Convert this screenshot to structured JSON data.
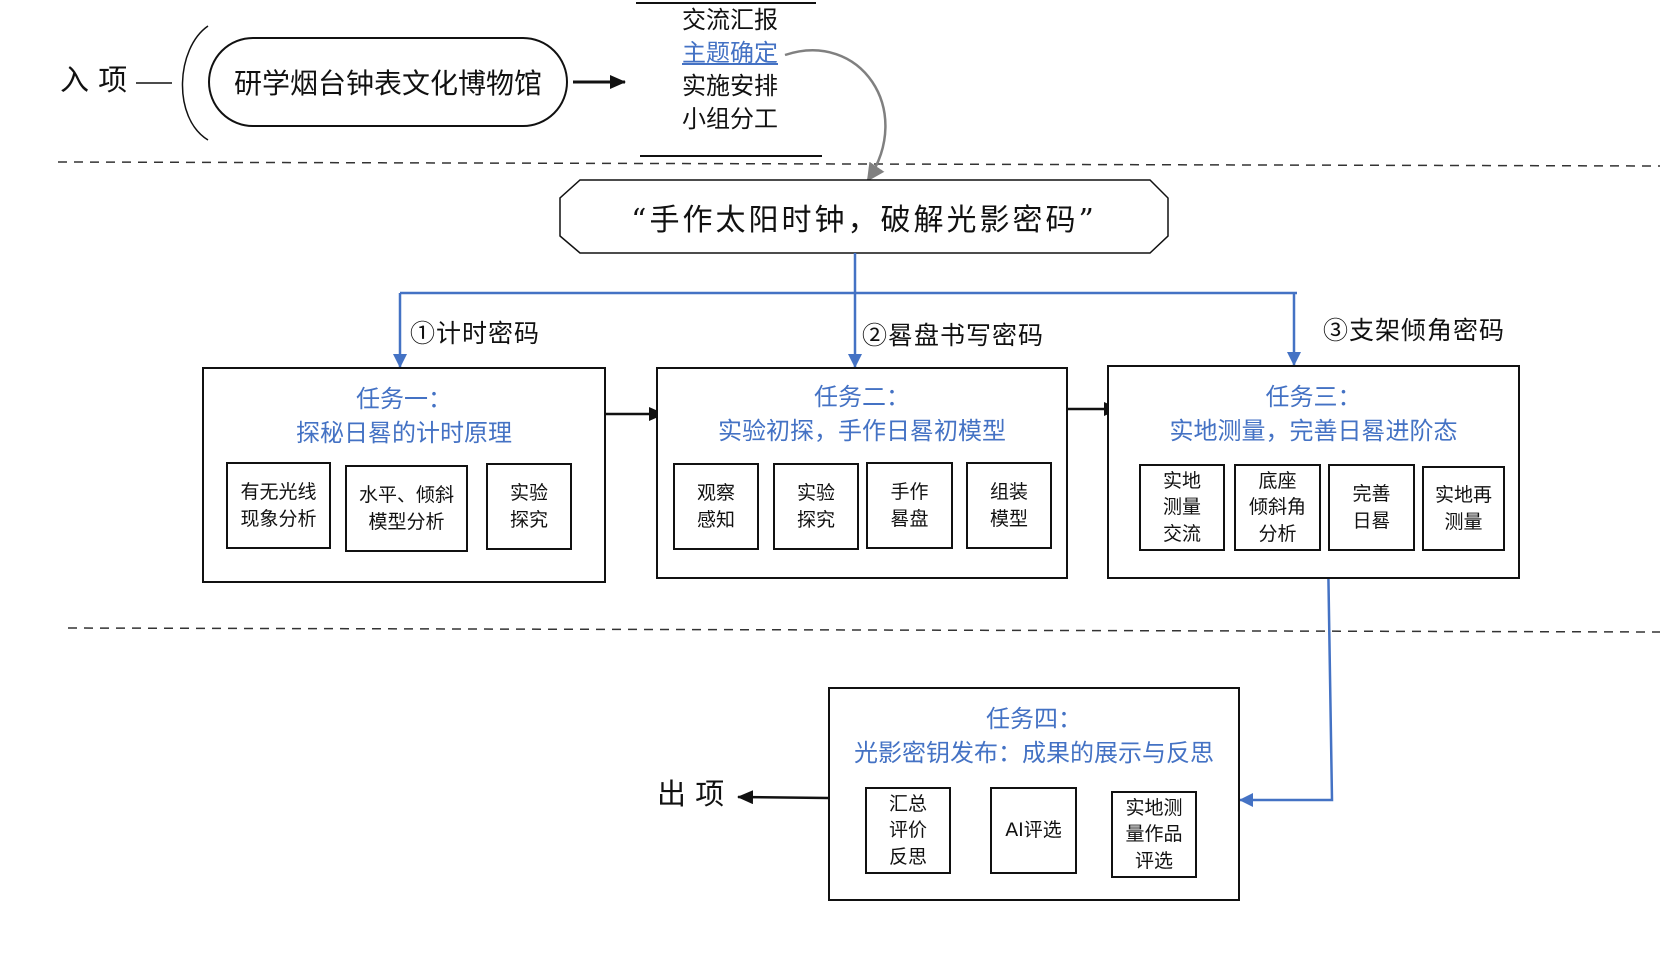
{
  "entry": {
    "label": "入 项",
    "activity": "研学烟台钟表文化博物馆",
    "steps": [
      {
        "text": "交流汇报",
        "highlight": false
      },
      {
        "text": "主题确定",
        "highlight": true
      },
      {
        "text": "实施安排",
        "highlight": false
      },
      {
        "text": "小组分工",
        "highlight": false
      }
    ]
  },
  "theme": "“手作太阳时钟，破解光影密码”",
  "branches": [
    "①计时密码",
    "②晷盘书写密码",
    "③支架倾角密码"
  ],
  "tasks": [
    {
      "title": "任务一：",
      "subtitle": "探秘日晷的计时原理",
      "steps": [
        "有无光线\n现象分析",
        "水平、倾斜\n模型分析",
        "实验\n探究"
      ]
    },
    {
      "title": "任务二：",
      "subtitle": "实验初探，手作日晷初模型",
      "steps": [
        "观察\n感知",
        "实验\n探究",
        "手作\n晷盘",
        "组装\n模型"
      ]
    },
    {
      "title": "任务三：",
      "subtitle": "实地测量，完善日晷进阶态",
      "steps": [
        "实地\n测量\n交流",
        "底座\n倾斜角\n分析",
        "完善\n日晷",
        "实地再\n测量"
      ]
    },
    {
      "title": "任务四：",
      "subtitle": "光影密钥发布：成果的展示与反思",
      "steps": [
        "汇总\n评价\n反思",
        "AI评选",
        "实地测\n量作品\n评选"
      ]
    }
  ],
  "exit": {
    "label": "出 项"
  },
  "colors": {
    "accent": "#4472c4",
    "line": "#111111",
    "dashed": "#333333",
    "curve": "#808080"
  }
}
